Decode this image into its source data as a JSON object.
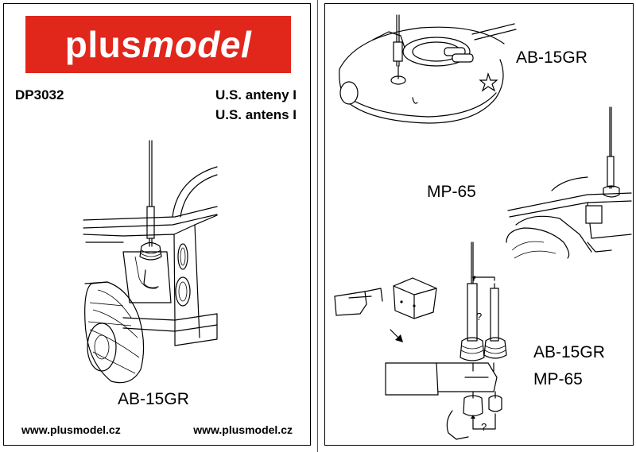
{
  "logo": {
    "part1": "plus",
    "part2": "model"
  },
  "product_code": "DP3032",
  "titles": [
    "U.S. anteny I",
    "U.S. antens I"
  ],
  "labels": {
    "left_antenna": "AB-15GR",
    "tank_antenna": "AB-15GR",
    "jeep_antenna": "MP-65",
    "assembly_1": "AB-15GR",
    "assembly_2": "MP-65"
  },
  "footer": {
    "left": "www.plusmodel.cz",
    "right": "www.plusmodel.cz"
  },
  "question_mark": "?",
  "colors": {
    "logo_bg": "#e1261c",
    "logo_text": "#ffffff"
  }
}
